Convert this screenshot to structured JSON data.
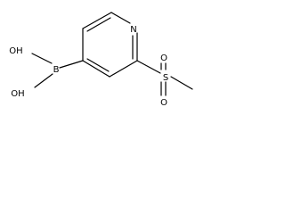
{
  "structure": {
    "atom_labels": {
      "nitrogen": "N",
      "sulfur": "S",
      "sulfonyl_oxygen_top": "O",
      "sulfonyl_oxygen_bottom": "O",
      "boron": "B",
      "hydroxyl_top": "OH",
      "hydroxyl_bottom": "OH"
    },
    "colors": {
      "bond": "#000000",
      "text": "#000000",
      "background": "#ffffff"
    }
  }
}
